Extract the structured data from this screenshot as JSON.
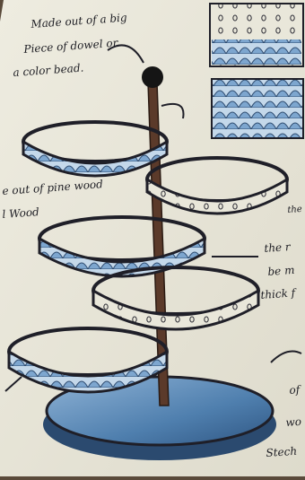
{
  "annotations": {
    "top_line1": "Made out of a big",
    "top_line2": "Piece of dowel or",
    "top_line3": "a color bead.",
    "left_line1": "e out of pine wood",
    "left_line2": "l Wood",
    "right_line1": "the r",
    "right_line2": "be m",
    "right_line3": "thick f",
    "right_small": "the",
    "right_bottom1": "of",
    "right_bottom2": "wo",
    "right_bottom3": "Stech"
  },
  "colors": {
    "paper": "#e9e7da",
    "ink": "#1f1f28",
    "blue_light": "#a9c6e0",
    "blue_mid": "#5f8fbd",
    "blue_dark": "#355c88",
    "pole": "#5b3a2a",
    "background": "#5a4a3a"
  }
}
